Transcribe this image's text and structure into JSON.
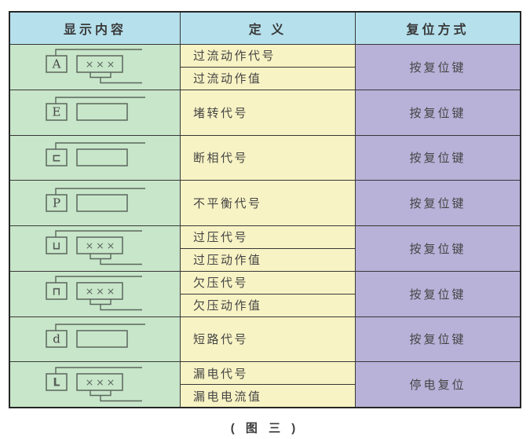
{
  "colors": {
    "header_bg": "#b5e0ec",
    "display_col_bg": "#c8e6c9",
    "definition_col_bg": "#f8f3c4",
    "reset_col_bg": "#b8b1d8",
    "outer_border_color": "#262626",
    "grid_color": "#383838",
    "diagram_line_color": "#5a675e",
    "text_color": "#454545"
  },
  "table": {
    "headers": [
      {
        "label": "显示内容"
      },
      {
        "label": "定 义"
      },
      {
        "label": "复位方式"
      }
    ],
    "rows": [
      {
        "code_glyph": "A",
        "value_symbols": "×××",
        "definitions": [
          "过流动作代号",
          "过流动作值"
        ],
        "reset": "按复位键"
      },
      {
        "code_glyph": "E",
        "value_symbols": "",
        "definitions": [
          "堵转代号"
        ],
        "reset": "按复位键"
      },
      {
        "code_glyph": "⊏",
        "value_symbols": "",
        "definitions": [
          "断相代号"
        ],
        "reset": "按复位键"
      },
      {
        "code_glyph": "P",
        "value_symbols": "",
        "definitions": [
          "不平衡代号"
        ],
        "reset": "按复位键"
      },
      {
        "code_glyph": "⊔",
        "value_symbols": "×××",
        "definitions": [
          "过压代号",
          "过压动作值"
        ],
        "reset": "按复位键"
      },
      {
        "code_glyph": "⊓",
        "value_symbols": "×××",
        "definitions": [
          "欠压代号",
          "欠压动作值"
        ],
        "reset": "按复位键"
      },
      {
        "code_glyph": "d",
        "value_symbols": "",
        "definitions": [
          "短路代号"
        ],
        "reset": "按复位键"
      },
      {
        "code_glyph": "L",
        "value_symbols": "×××",
        "definitions": [
          "漏电代号",
          "漏电电流值"
        ],
        "reset": "停电复位"
      }
    ]
  },
  "caption": "( 图 三 )"
}
